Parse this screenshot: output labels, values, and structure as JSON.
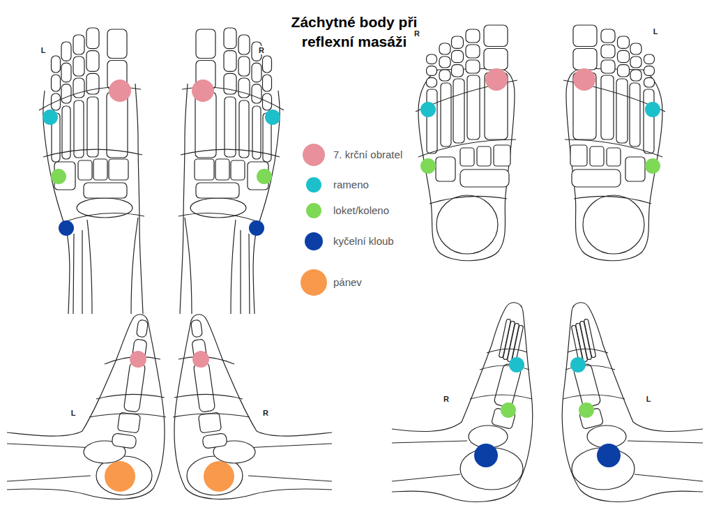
{
  "diagram": {
    "title": "Záchytné body při reflexní masáži",
    "labels": [
      "L",
      "R",
      "R",
      "L",
      "L",
      "R",
      "R",
      "L"
    ],
    "legend": [
      {
        "text": "7. krční obratel",
        "color": "#e8909b"
      },
      {
        "text": "rameno",
        "color": "#1dbfcb"
      },
      {
        "text": "loket/koleno",
        "color": "#7ed957"
      },
      {
        "text": "kyčelní kloub",
        "color": "#0b3fa6"
      },
      {
        "text": "pánev",
        "color": "#f9994c"
      }
    ]
  }
}
